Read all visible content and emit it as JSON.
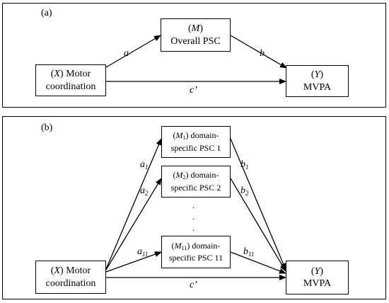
{
  "panel_a": {
    "label": "(a)",
    "x_node": {
      "var": "X",
      "text": "Motor",
      "line2": "coordination"
    },
    "m_node": {
      "var": "M",
      "line2": "Overall PSC"
    },
    "y_node": {
      "var": "Y",
      "line2": "MVPA"
    },
    "paths": {
      "a": "a",
      "b": "b",
      "c_prime": "c’"
    }
  },
  "panel_b": {
    "label": "(b)",
    "x_node": {
      "var": "X",
      "text": "Motor",
      "line2": "coordination"
    },
    "mediators": [
      {
        "var": "M",
        "sub": "1",
        "text": "domain-",
        "line2": "specific PSC 1"
      },
      {
        "var": "M",
        "sub": "2",
        "text": "domain-",
        "line2": "specific PSC 2"
      },
      {
        "var": "M",
        "sub": "11",
        "text": "domain-",
        "line2": "specific PSC 11"
      }
    ],
    "ellipsis": ".",
    "y_node": {
      "var": "Y",
      "line2": "MVPA"
    },
    "a_paths": [
      {
        "base": "a",
        "sub": "1"
      },
      {
        "base": "a",
        "sub": "2"
      },
      {
        "base": "a",
        "sub": "11"
      }
    ],
    "b_paths": [
      {
        "base": "b",
        "sub": "1"
      },
      {
        "base": "b",
        "sub": "2"
      },
      {
        "base": "b",
        "sub": "11"
      }
    ],
    "c_prime": "c’"
  }
}
